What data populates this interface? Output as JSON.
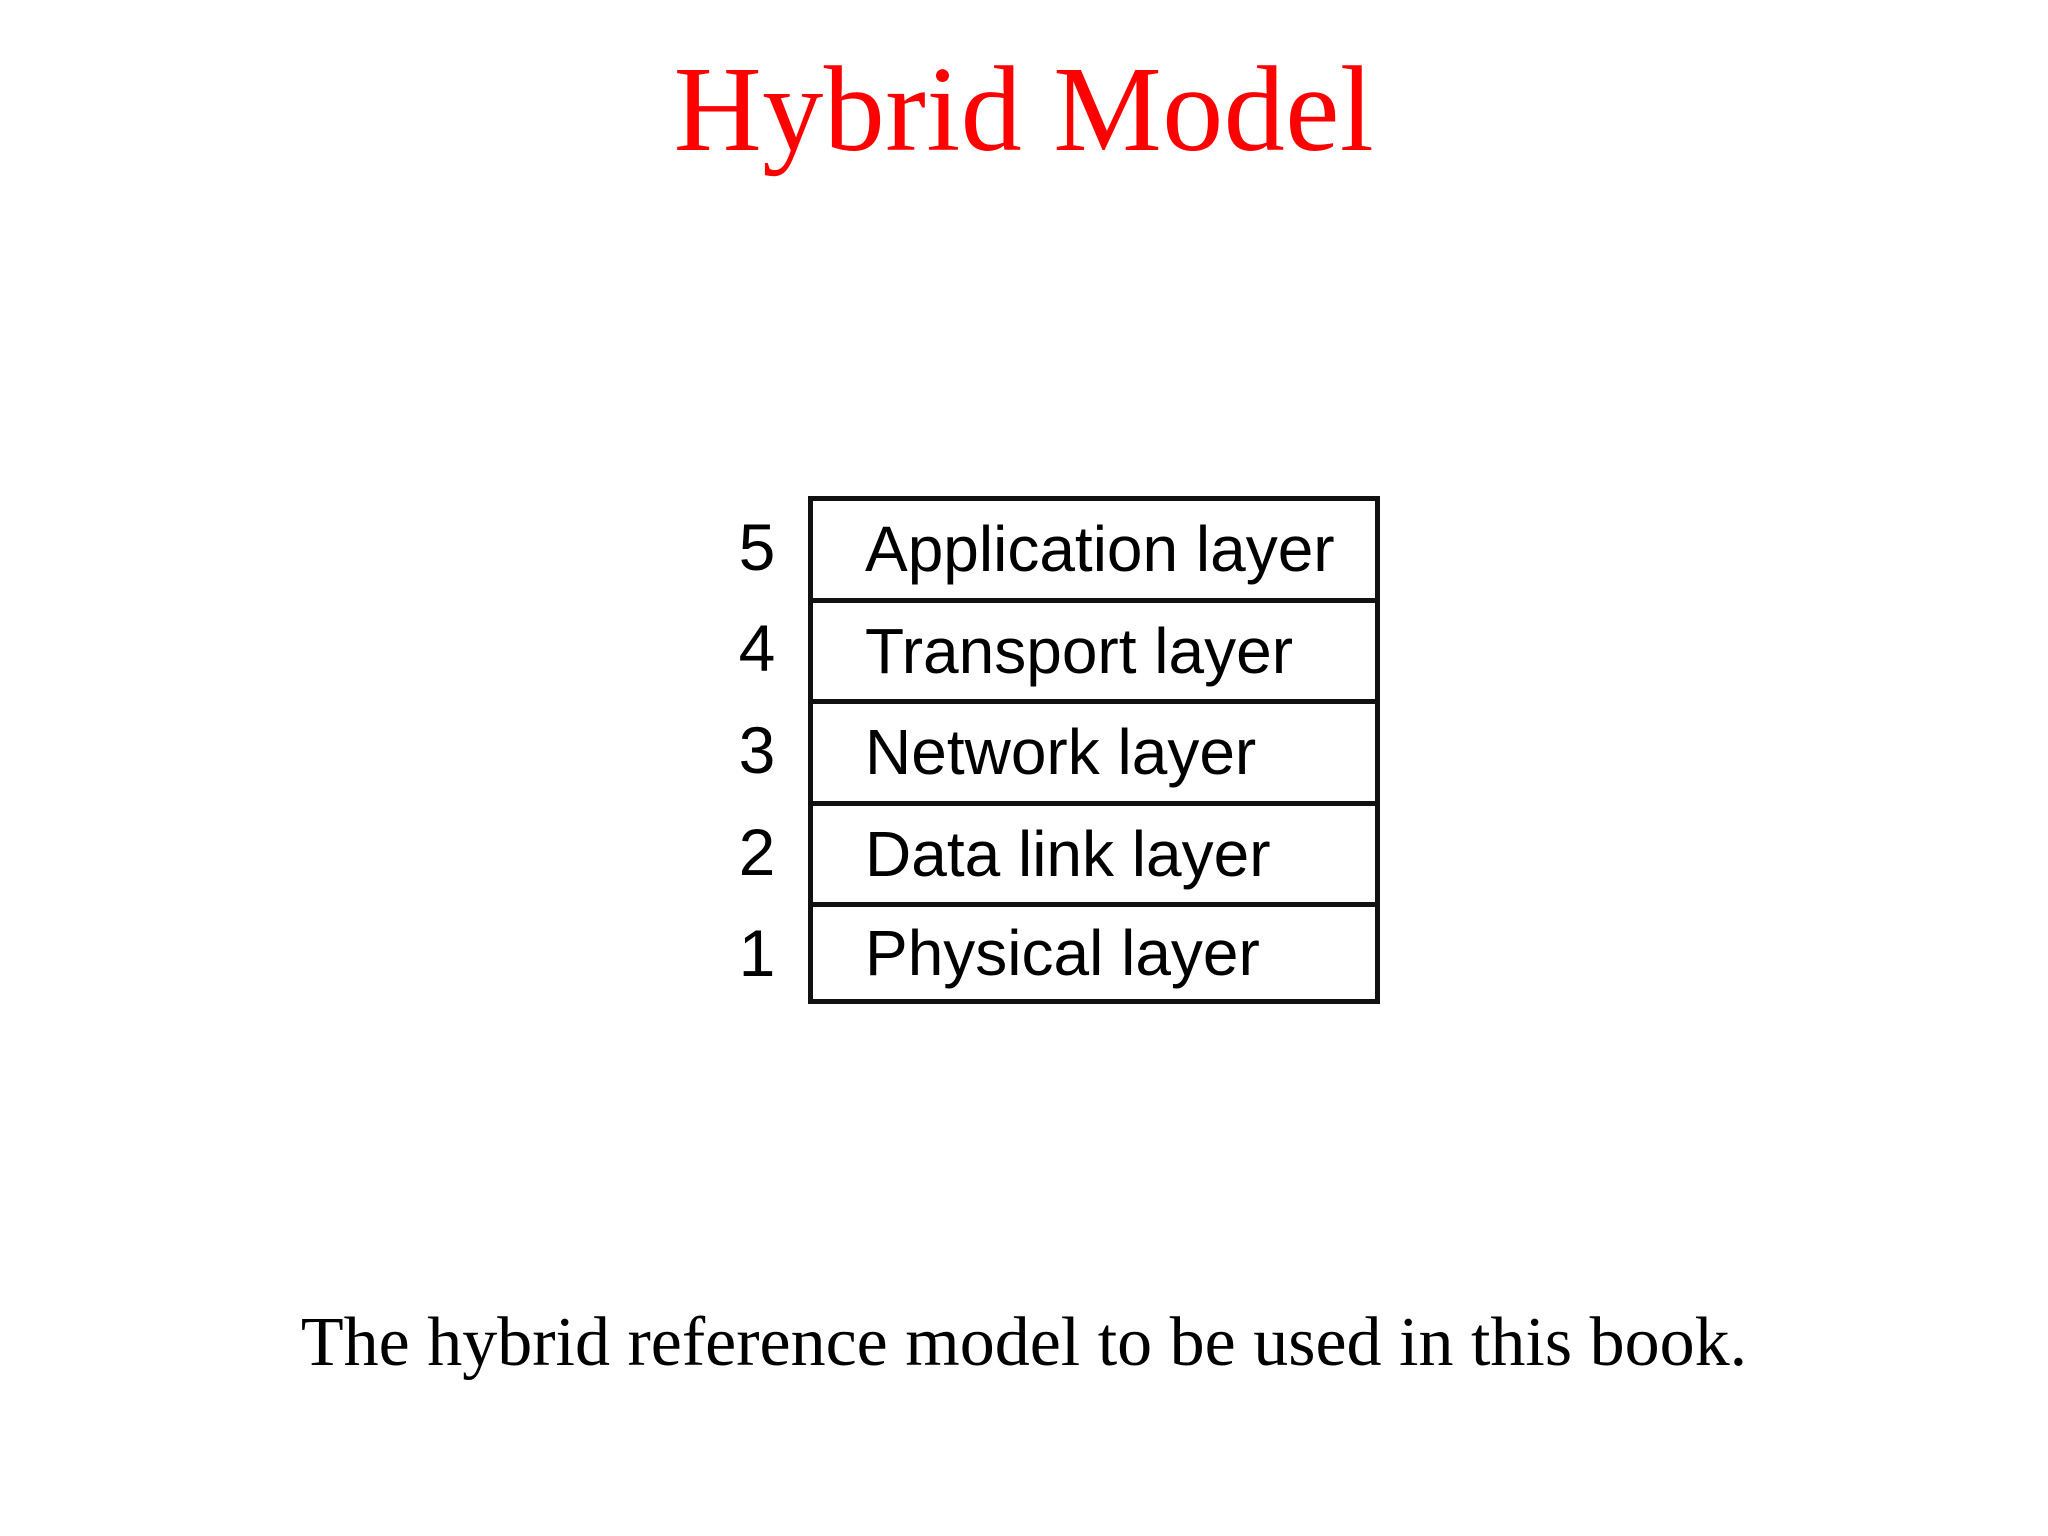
{
  "slide": {
    "title": "Hybrid Model",
    "caption": "The hybrid reference model to be used in this book.",
    "colors": {
      "title": "#ff0000",
      "text": "#000000",
      "background": "#ffffff",
      "box_border": "#111111"
    }
  },
  "diagram": {
    "name": "hybrid-reference-model-layer-stack",
    "layers": [
      {
        "number": "5",
        "label": "Application layer"
      },
      {
        "number": "4",
        "label": "Transport layer"
      },
      {
        "number": "3",
        "label": "Network layer"
      },
      {
        "number": "2",
        "label": "Data link layer"
      },
      {
        "number": "1",
        "label": "Physical layer"
      }
    ]
  }
}
